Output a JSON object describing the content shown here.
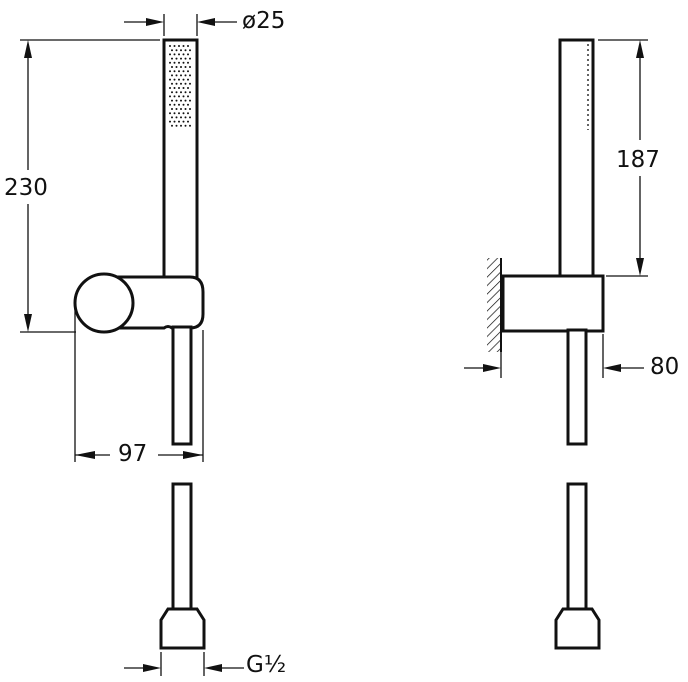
{
  "dimensions": {
    "diameter": "ø25",
    "total_height": "230",
    "width_with_holder": "97",
    "thread": "G½",
    "handle_length": "187",
    "wall_distance": "80"
  },
  "colors": {
    "line": "#111111",
    "background": "#ffffff"
  },
  "icons": {
    "wall_hatch": "hatched-wall-icon"
  }
}
